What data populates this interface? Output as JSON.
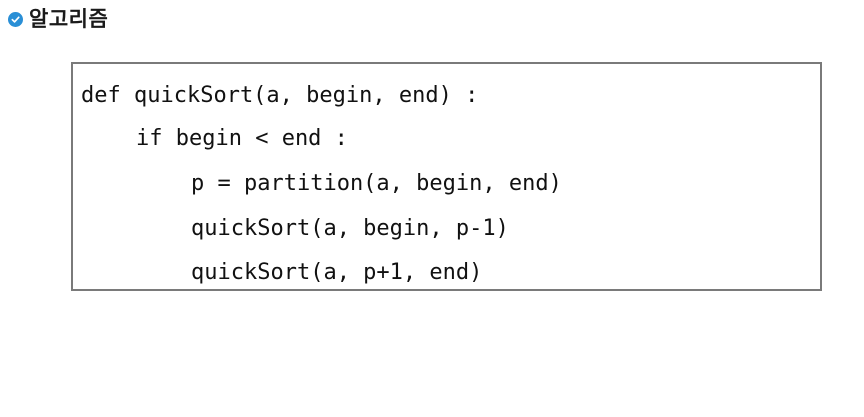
{
  "section": {
    "title": "알고리즘",
    "icon": "check-circle-icon",
    "icon_color": "#2a8fd6"
  },
  "code": {
    "lines": [
      "def quickSort(a, begin, end) :",
      "if begin < end :",
      "p = partition(a, begin, end)",
      "quickSort(a, begin, p-1)",
      "quickSort(a, p+1, end)"
    ]
  }
}
